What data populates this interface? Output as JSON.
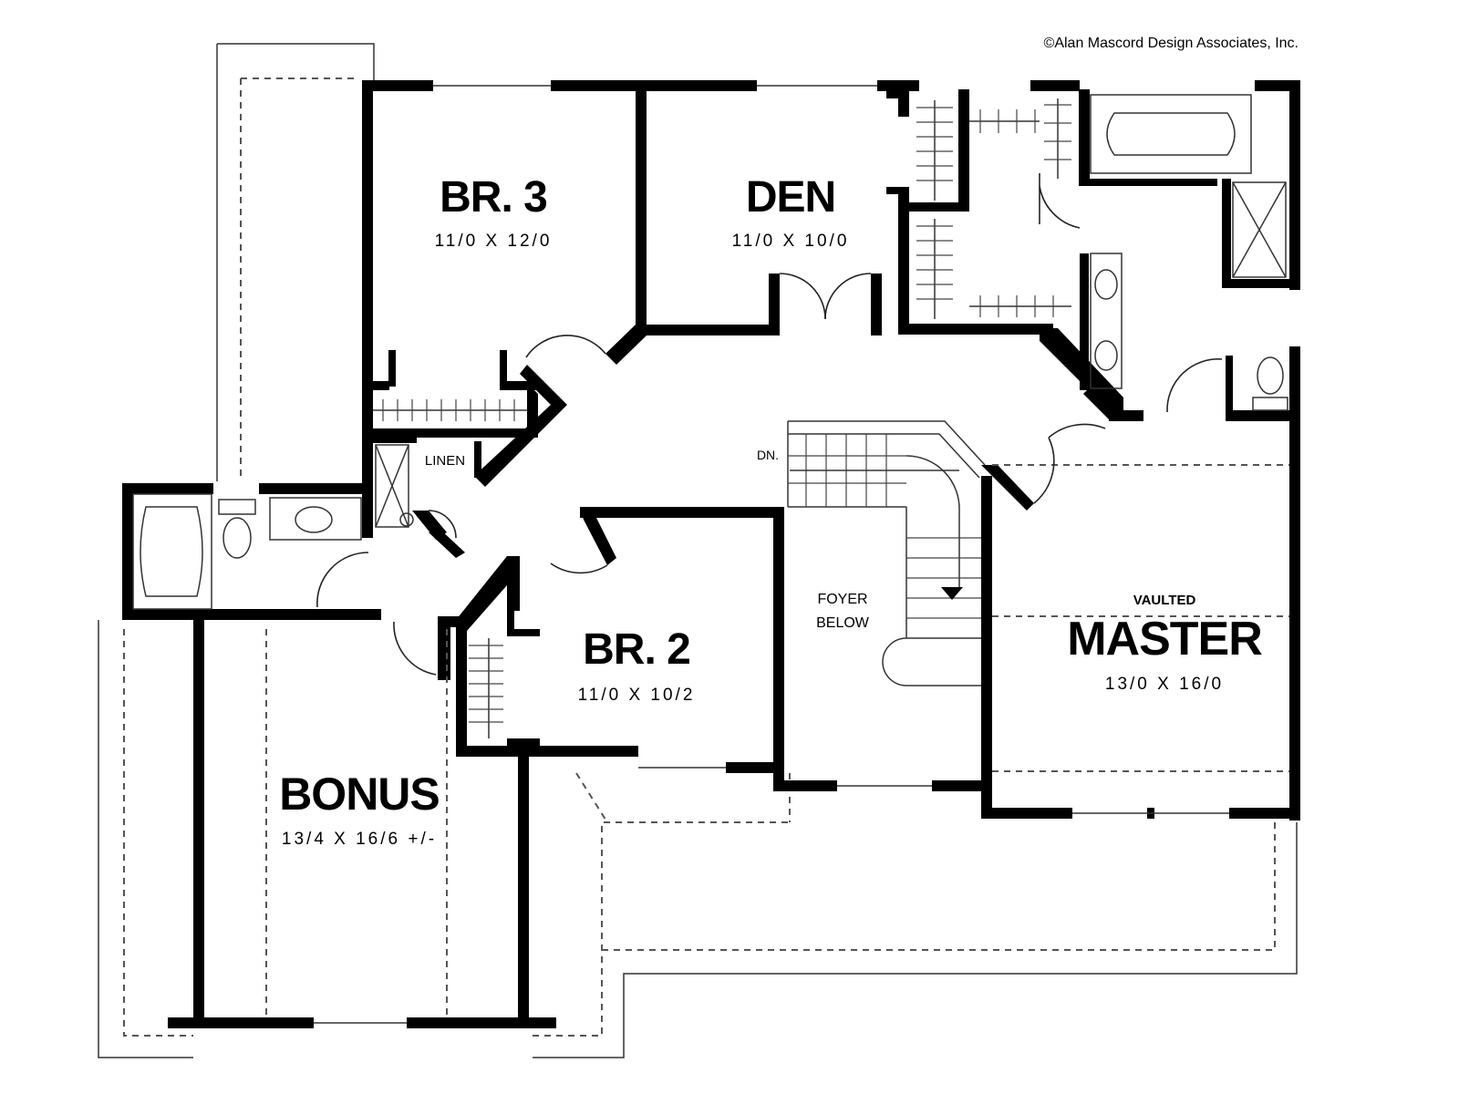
{
  "copyright": "©Alan Mascord Design Associates, Inc.",
  "rooms": {
    "br3": {
      "name": "BR. 3",
      "size": "11/0 X 12/0"
    },
    "den": {
      "name": "DEN",
      "size": "11/0 X 10/0"
    },
    "br2": {
      "name": "BR. 2",
      "size": "11/0 X 10/2"
    },
    "master": {
      "name": "MASTER",
      "size": "13/0 X 16/0",
      "note": "VAULTED"
    },
    "bonus": {
      "name": "BONUS",
      "size": "13/4 X 16/6 +/-"
    }
  },
  "labels": {
    "linen": "LINEN",
    "foyer_line1": "FOYER",
    "foyer_line2": "BELOW",
    "stair_dn": "DN."
  }
}
